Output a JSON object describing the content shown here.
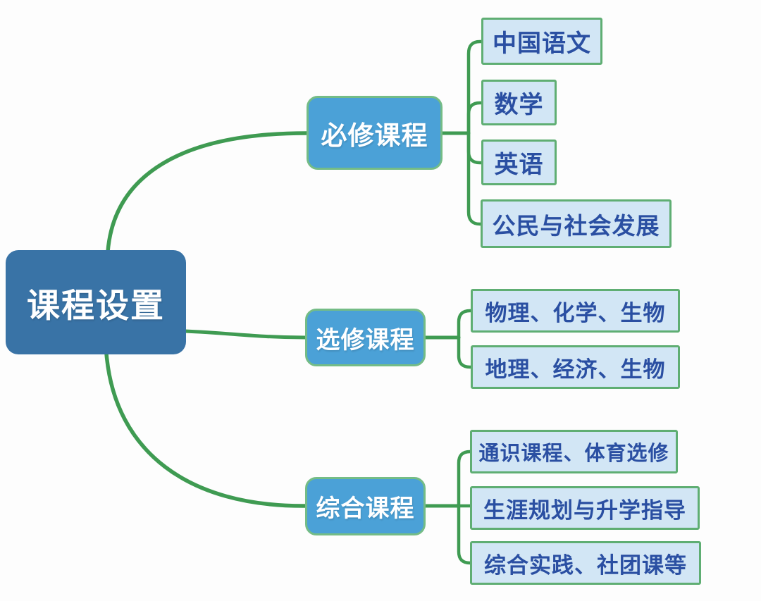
{
  "diagram": {
    "type": "mindmap",
    "root": {
      "label": "课程设置"
    },
    "branches": [
      {
        "label": "必修课程",
        "children": [
          {
            "label": "中国语文"
          },
          {
            "label": "数学"
          },
          {
            "label": "英语"
          },
          {
            "label": "公民与社会发展"
          }
        ]
      },
      {
        "label": "选修课程",
        "children": [
          {
            "label": "物理、化学、生物"
          },
          {
            "label": "地理、经济、生物"
          }
        ]
      },
      {
        "label": "综合课程",
        "children": [
          {
            "label": "通识课程、体育选修"
          },
          {
            "label": "生涯规划与升学指导"
          },
          {
            "label": "综合实践、社团课等"
          }
        ]
      }
    ],
    "colors": {
      "background": "#fdfdfd",
      "root_fill": "#3973a6",
      "root_text": "#ffffff",
      "branch_fill": "#4ba1d7",
      "branch_border": "#74bc86",
      "branch_text": "#ffffff",
      "leaf_fill": "#d2e6f5",
      "leaf_border": "#5fae73",
      "leaf_text": "#2a4fa2",
      "connector": "#3f9b52"
    }
  }
}
